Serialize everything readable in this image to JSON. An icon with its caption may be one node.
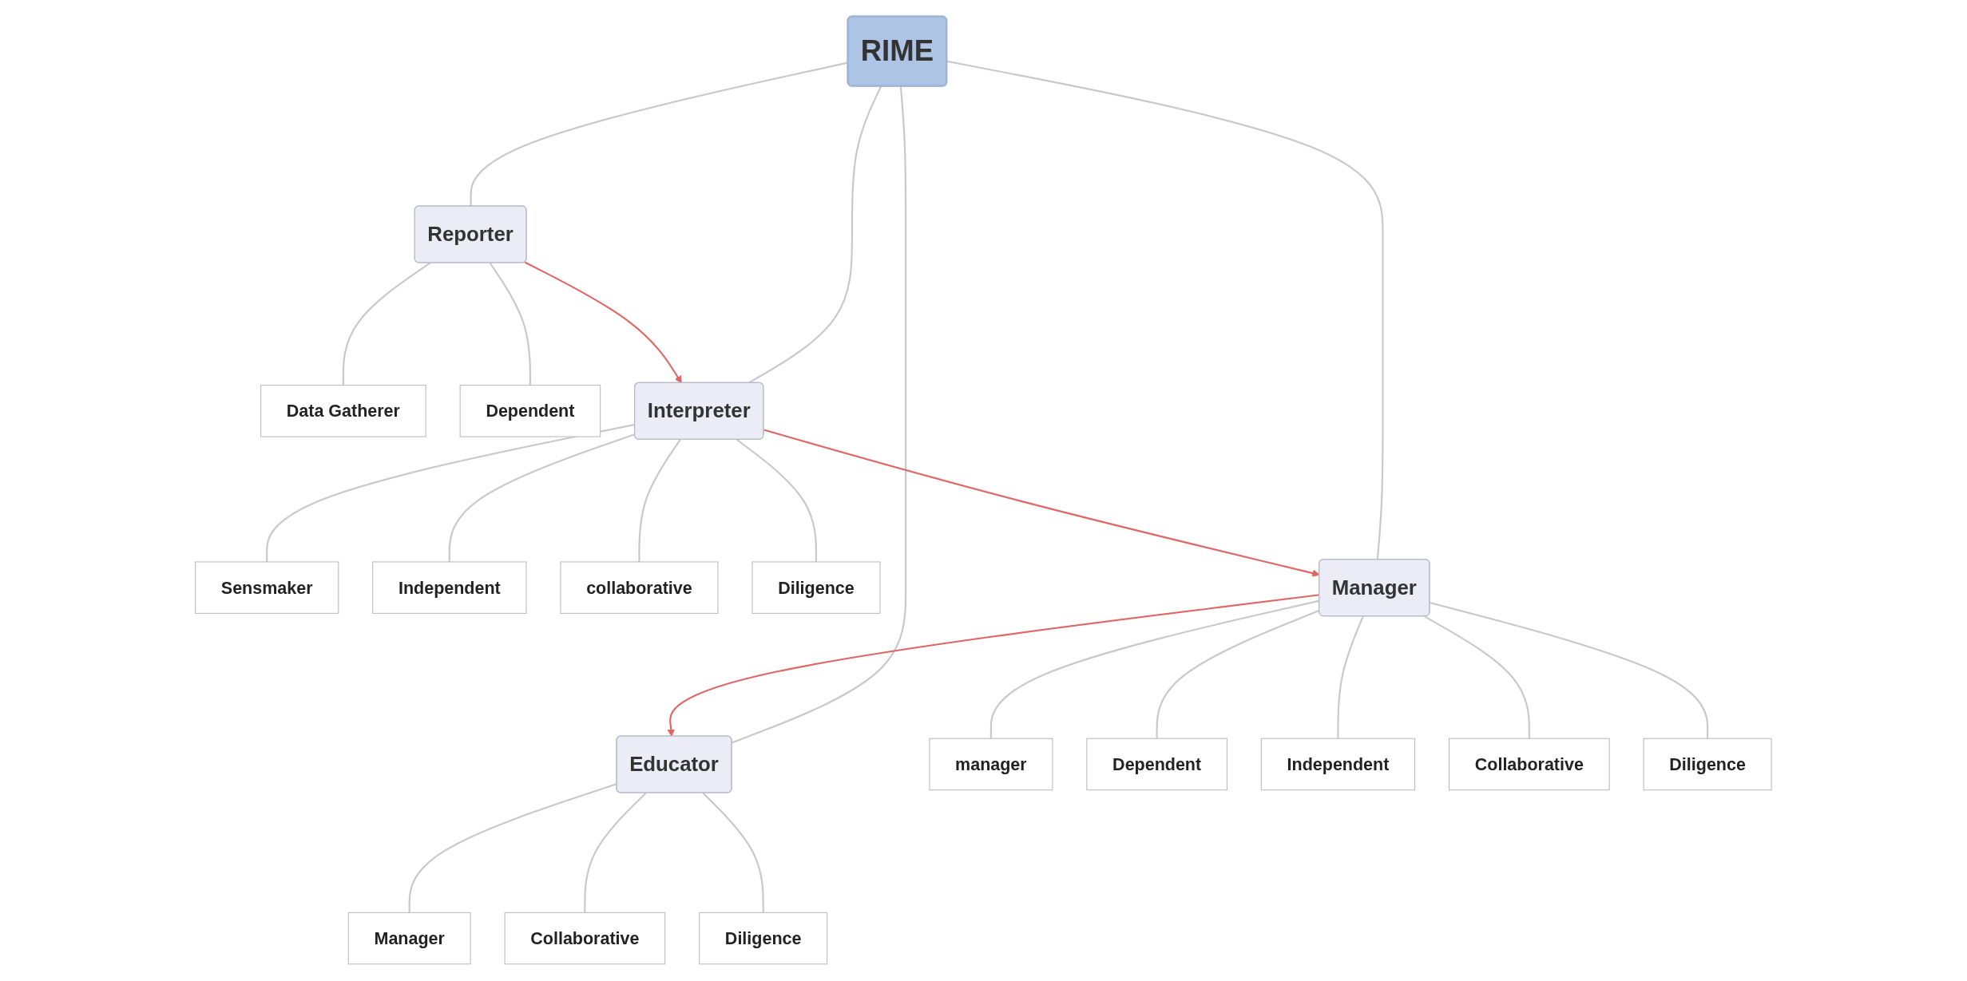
{
  "diagram": {
    "nodes": [
      {
        "text": [
          "RIME"
        ]
      },
      {
        "text": [
          "Educator"
        ]
      },
      {
        "text": [
          "Manager"
        ]
      },
      {
        "text": [
          "Collaborative"
        ]
      },
      {
        "text": [
          "Diligence"
        ]
      },
      {
        "text": [
          "Reporter"
        ]
      },
      {
        "text": [
          "Data Gatherer"
        ]
      },
      {
        "text": [
          "Dependent"
        ]
      },
      {
        "text": [
          "Manager"
        ]
      },
      {
        "text": [
          "manager"
        ]
      },
      {
        "text": [
          "Dependent"
        ]
      },
      {
        "text": [
          "Independent"
        ]
      },
      {
        "text": [
          "Collaborative"
        ]
      },
      {
        "text": [
          "Diligence"
        ]
      },
      {
        "text": [
          "Interpreter"
        ]
      },
      {
        "text": [
          "Sensmaker"
        ]
      },
      {
        "text": [
          "Independent"
        ]
      },
      {
        "text": [
          "collaborative"
        ]
      },
      {
        "text": [
          "Diligence"
        ]
      }
    ],
    "edges": [
      {
        "from": 0,
        "to": 1,
        "arrow": "none"
      },
      {
        "from": 0,
        "to": 5,
        "arrow": "none"
      },
      {
        "from": 0,
        "to": 8,
        "arrow": "none"
      },
      {
        "from": 0,
        "to": 14,
        "arrow": "none"
      },
      {
        "from": 1,
        "to": 2,
        "arrow": "none"
      },
      {
        "from": 1,
        "to": 3,
        "arrow": "none"
      },
      {
        "from": 1,
        "to": 4,
        "arrow": "none"
      },
      {
        "from": 5,
        "to": 6,
        "arrow": "none"
      },
      {
        "from": 5,
        "to": 7,
        "arrow": "none"
      },
      {
        "from": 8,
        "to": 9,
        "arrow": "none"
      },
      {
        "from": 8,
        "to": 10,
        "arrow": "none"
      },
      {
        "from": 8,
        "to": 11,
        "arrow": "none"
      },
      {
        "from": 8,
        "to": 12,
        "arrow": "none"
      },
      {
        "from": 8,
        "to": 13,
        "arrow": "none"
      },
      {
        "from": 14,
        "to": 15,
        "arrow": "none"
      },
      {
        "from": 14,
        "to": 16,
        "arrow": "none"
      },
      {
        "from": 14,
        "to": 17,
        "arrow": "none"
      },
      {
        "from": 14,
        "to": 18,
        "arrow": "none"
      },
      {
        "from": 5,
        "to": 14,
        "arrow": "to",
        "color": "#e06666"
      },
      {
        "from": 14,
        "to": 8,
        "arrow": "to",
        "color": "#e06666"
      },
      {
        "from": 8,
        "to": 1,
        "arrow": "to",
        "color": "#e06666"
      }
    ]
  }
}
